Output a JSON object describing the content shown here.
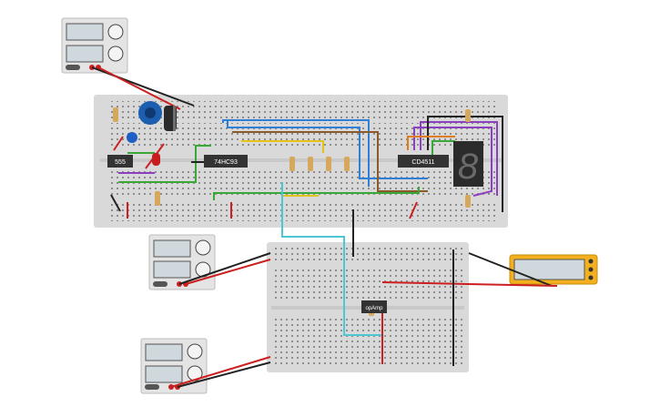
{
  "canvas": {
    "background": "#ffffff"
  },
  "power_supplies": [
    {
      "id": "psu-top",
      "label": ""
    },
    {
      "id": "psu-mid",
      "label": ""
    },
    {
      "id": "psu-bottom",
      "label": ""
    }
  ],
  "chips": {
    "timer": "555",
    "counter": "74HC93",
    "decoder": "CD4511",
    "opamp": "opAmp"
  },
  "seven_segment": {
    "digit": "8",
    "color": "#2b2b2b"
  },
  "multimeter": {
    "reading": ""
  },
  "colors": {
    "breadboard": "#d9d9d9",
    "chip": "#333333",
    "wire_red": "#cc1f1f",
    "wire_black": "#222222",
    "wire_green": "#38a838",
    "wire_blue": "#2f7fd6",
    "wire_cyan": "#4fc6d6",
    "wire_brown": "#8a5a2b",
    "wire_yellow": "#e3c21a",
    "wire_purple": "#8c3fbf",
    "wire_orange": "#e07b1a",
    "multimeter": "#f2b01e",
    "led": "#c81d1d",
    "pot": "#1c5fb0",
    "capacitor": "#2a2a2a"
  }
}
